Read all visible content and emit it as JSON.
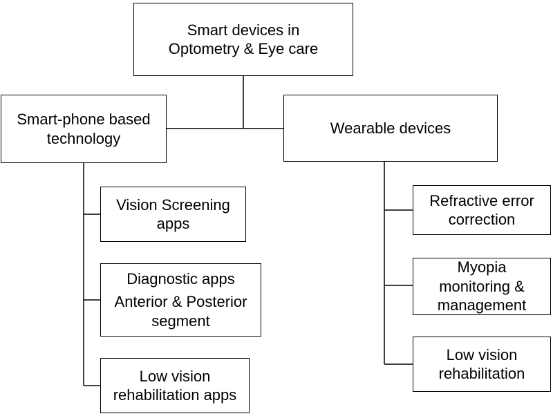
{
  "root": {
    "line1": "Smart devices in",
    "line2": "Optometry & Eye care"
  },
  "left": {
    "title": {
      "line1": "Smart-phone based",
      "line2": "technology"
    },
    "children": [
      {
        "line1": "Vision Screening",
        "line2": "apps"
      },
      {
        "line1": "Diagnostic apps",
        "line2": "Anterior & Posterior",
        "line3": "segment"
      },
      {
        "line1": "Low vision",
        "line2": "rehabilitation apps"
      }
    ]
  },
  "right": {
    "title": {
      "line1": "Wearable devices"
    },
    "children": [
      {
        "line1": "Refractive error",
        "line2": "correction"
      },
      {
        "line1": "Myopia",
        "line2": "monitoring &",
        "line3": "management"
      },
      {
        "line1": "Low vision",
        "line2": "rehabilitation"
      }
    ]
  }
}
